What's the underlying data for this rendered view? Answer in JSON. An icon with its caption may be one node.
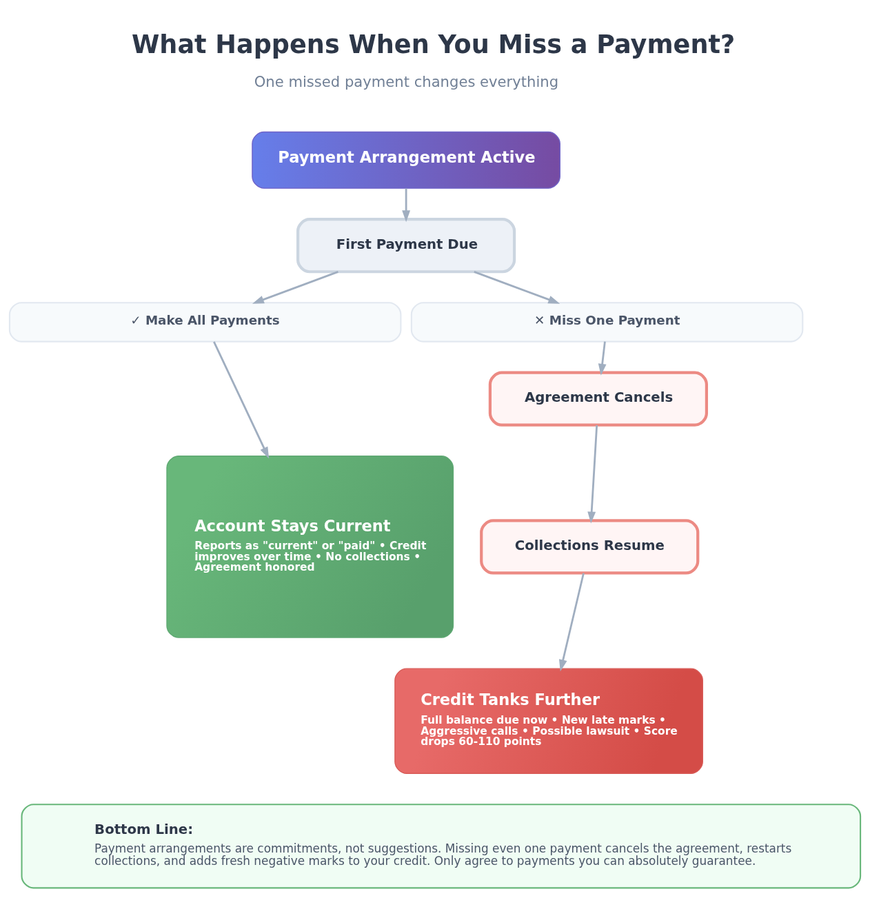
{
  "diagram": {
    "title": "What Happens When You Miss a Payment?",
    "nodes": [
      {
        "text": [
          "Payment Arrangement Active"
        ]
      },
      {
        "text": [
          "First Payment Due"
        ]
      },
      {
        "text": [
          "✓ Make All Payments"
        ]
      },
      {
        "text": [
          "✕ Miss One Payment"
        ]
      },
      {
        "text": [
          "Account Stays Current",
          "Reports as \"current\" or \"paid\" • Credit improves over time • No collections • Agreement honored"
        ]
      },
      {
        "text": [
          "Agreement Cancels"
        ]
      },
      {
        "text": [
          "Collections Resume"
        ]
      },
      {
        "text": [
          "Credit Tanks Further",
          "Full balance due now • New late marks • Aggressive calls • Possible lawsuit • Score drops 60-110 points"
        ]
      },
      {
        "text": [
          "Bottom Line:",
          "Payment arrangements are commitments, not suggestions. Missing even one payment cancels the agreement, restarts collections, and adds fresh negative marks to your credit. Only agree to payments you can absolutely guarantee."
        ]
      }
    ],
    "edges": [
      {
        "from": 0,
        "to": 1,
        "arrow": "to"
      },
      {
        "from": 1,
        "to": 2,
        "arrow": "to"
      },
      {
        "from": 1,
        "to": 3,
        "arrow": "to"
      },
      {
        "from": 2,
        "to": 4,
        "arrow": "to"
      },
      {
        "from": 3,
        "to": 5,
        "arrow": "to"
      },
      {
        "from": 5,
        "to": 6,
        "arrow": "to"
      },
      {
        "from": 6,
        "to": 7,
        "arrow": "to"
      }
    ],
    "labels": [
      "One missed payment changes everything"
    ]
  }
}
